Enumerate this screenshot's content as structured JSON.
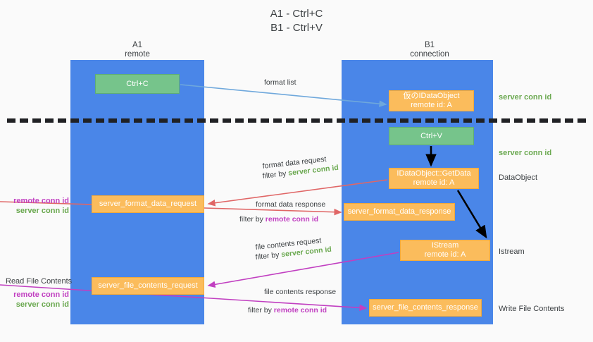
{
  "title": {
    "line1": "A1 - Ctrl+C",
    "line2": "B1 - Ctrl+V"
  },
  "lanes": [
    {
      "id": "a1",
      "name": "A1",
      "role": "remote",
      "color": "#4a86e8"
    },
    {
      "id": "b1",
      "name": "B1",
      "role": "connection",
      "color": "#4a86e8"
    }
  ],
  "colors": {
    "lane": "#4a86e8",
    "green_box": "#76c48b",
    "orange_box": "#fbbc5c",
    "server_conn_id": "#6aa84f",
    "remote_conn_id": "#c13fc1",
    "arrow_blue": "#6fa8dc",
    "arrow_red": "#e06666",
    "arrow_magenta": "#c13fc1",
    "arrow_black": "#000000",
    "text": "#3c4043",
    "background": "#fafafa"
  },
  "boxes": {
    "ctrl_c": {
      "label": "Ctrl+C",
      "kind": "green"
    },
    "idataobject": {
      "line1": "仮のIDataObject",
      "line2": "remote id: A",
      "kind": "orange"
    },
    "ctrl_v": {
      "label": "Ctrl+V",
      "kind": "green"
    },
    "getdata": {
      "line1": "IDataObject::GetData",
      "line2": "remote id: A",
      "kind": "orange"
    },
    "format_data_request": {
      "label": "server_format_data_request",
      "kind": "orange"
    },
    "format_data_response": {
      "label": "server_format_data_response",
      "kind": "orange"
    },
    "istream": {
      "line1": "IStream",
      "line2": "remote id: A",
      "kind": "orange"
    },
    "file_contents_request": {
      "label": "server_file_contents_request",
      "kind": "orange"
    },
    "file_contents_response": {
      "label": "server_file_contents_response",
      "kind": "orange"
    }
  },
  "edge_labels": {
    "format_list": "format list",
    "format_data_request": "format data request",
    "filter_by_prefix": "filter by ",
    "server_conn_id": "server conn id",
    "format_data_response": "format data response",
    "remote_conn_id": "remote conn id",
    "file_contents_request": "file contents request",
    "file_contents_response": "file contents response"
  },
  "side_labels": {
    "server_conn_id_top": "server conn id",
    "server_conn_id_mid": "server conn id",
    "dataobject": "DataObject",
    "istream": "Istream",
    "write_file_contents": "Write File Contents",
    "read_file_contents": "Read File Contents",
    "remote_conn_id": "remote conn id",
    "server_conn_id": "server conn id"
  }
}
